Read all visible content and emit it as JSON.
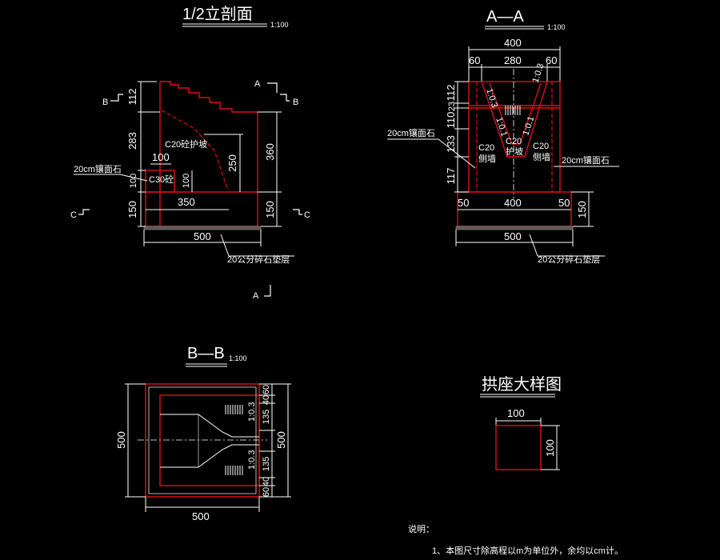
{
  "views": {
    "elevation": {
      "title": "1/2立剖面",
      "scale": "1:100",
      "dims": {
        "d112": "112",
        "d283": "283",
        "d100a": "100",
        "d150a": "150",
        "d100b": "100",
        "d100c": "100",
        "d250": "250",
        "d360": "360",
        "d150b": "150",
        "d350": "350",
        "d500": "500"
      },
      "labels": {
        "c20_paving": "C20砼护坡",
        "c30": "C30砼",
        "facing": "20cm镶面石",
        "gravel": "20公分碎石垫层"
      },
      "section_marks": {
        "a_top": "A",
        "a_bottom": "A",
        "b_left": "B",
        "b_right": "B",
        "c_left": "C",
        "c_right": "C"
      }
    },
    "section_aa": {
      "title": "A—A",
      "scale": "1:100",
      "dims": {
        "top400": "400",
        "left60": "60",
        "mid280": "280",
        "right60": "60",
        "v112": "112",
        "v23": "23",
        "v110": "110",
        "v133": "133",
        "v117": "117",
        "b50l": "50",
        "b400": "400",
        "b50r": "50",
        "b150": "150",
        "b500": "500"
      },
      "slopes": {
        "s1": "1:0.3",
        "s2": "1:0.3",
        "s3": "1:0.1",
        "s4": "1:0.1"
      },
      "labels": {
        "facing_left": "20cm镶面石",
        "facing_right": "20cm镶面石",
        "c20_left": "C20",
        "wall_left": "侧墙",
        "c20_mid": "C20",
        "paving_mid": "护坡",
        "c20_right": "C20",
        "wall_right": "侧墙",
        "gravel": "20公分碎石垫层"
      }
    },
    "section_bb": {
      "title": "B—B",
      "scale": "1:100",
      "dims": {
        "left500": "500",
        "bottom500": "500",
        "r60a": "60",
        "r40a": "40",
        "r135a": "135",
        "r500": "500",
        "r135b": "135",
        "r40b": "40",
        "r60b": "60"
      },
      "slopes": {
        "top": "1:0.3",
        "bottom": "1:0.3"
      }
    },
    "arch_seat": {
      "title": "拱座大样图",
      "dims": {
        "width": "100",
        "height": "100"
      }
    }
  },
  "notes": {
    "heading": "说明：",
    "item1": "1、本图尺寸除高程以m为单位外，余均以cm计。"
  },
  "colors": {
    "line": "#ffffff",
    "structure": "#e01010",
    "background": "#000000"
  }
}
